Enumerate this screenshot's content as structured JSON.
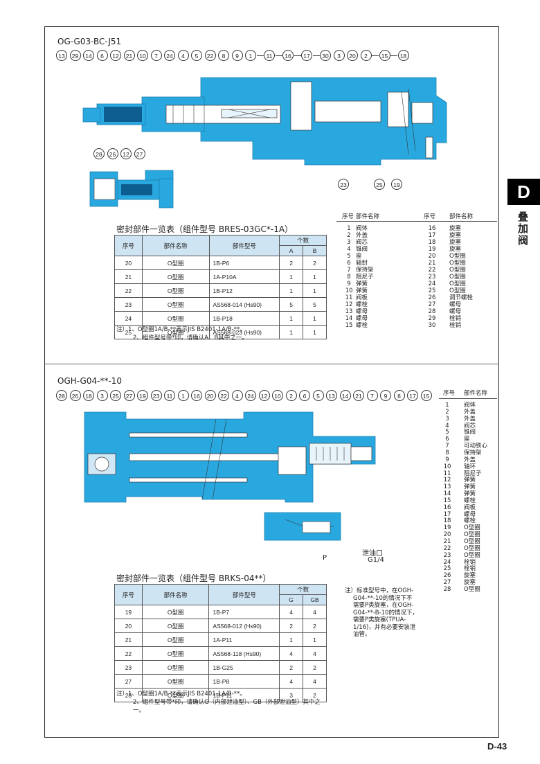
{
  "side_tab": {
    "letter": "D",
    "text": [
      "叠",
      "加",
      "阀"
    ]
  },
  "page_number": "D-43",
  "section1": {
    "title": "OG-G03-BC-J51",
    "top_callouts": [
      "13",
      "29",
      "14",
      "6",
      "12",
      "21",
      "10",
      "7",
      "24",
      "4",
      "5",
      "22",
      "8",
      "9",
      "1",
      "11",
      "16",
      "17",
      "30",
      "3",
      "20",
      "2",
      "15",
      "18"
    ],
    "bottom_callouts": [
      "23",
      "25",
      "19"
    ],
    "detail_callouts": [
      "28",
      "26",
      "12",
      "27"
    ],
    "parts_list": {
      "headers": [
        "序号",
        "部件名称",
        "序号",
        "部件名称"
      ],
      "left": [
        [
          "1",
          "阀体"
        ],
        [
          "2",
          "外盖"
        ],
        [
          "3",
          "阀芯"
        ],
        [
          "4",
          "锥阀"
        ],
        [
          "5",
          "座"
        ],
        [
          "6",
          "轴封"
        ],
        [
          "7",
          "保持架"
        ],
        [
          "8",
          "阻尼子"
        ],
        [
          "9",
          "弹簧"
        ],
        [
          "10",
          "弹簧"
        ],
        [
          "11",
          "阀板"
        ],
        [
          "12",
          "螺栓"
        ],
        [
          "13",
          "螺母"
        ],
        [
          "14",
          "螺母"
        ],
        [
          "15",
          "螺栓"
        ]
      ],
      "right": [
        [
          "16",
          "旋塞"
        ],
        [
          "17",
          "旋塞"
        ],
        [
          "18",
          "旋塞"
        ],
        [
          "19",
          "旋塞"
        ],
        [
          "20",
          "O型圈"
        ],
        [
          "21",
          "O型圈"
        ],
        [
          "22",
          "O型圈"
        ],
        [
          "23",
          "O型圈"
        ],
        [
          "24",
          "O型圈"
        ],
        [
          "25",
          "O型圈"
        ],
        [
          "26",
          "调节螺栓"
        ],
        [
          "27",
          "螺母"
        ],
        [
          "28",
          "螺母"
        ],
        [
          "29",
          "栓销"
        ],
        [
          "30",
          "栓销"
        ]
      ]
    },
    "seal_table": {
      "title": "密封部件一览表（组件型号 BRES-03GC*-1A）",
      "headers": {
        "no": "序号",
        "name": "部件名称",
        "model": "部件型号",
        "count": "个数",
        "a": "A",
        "b": "B"
      },
      "rows": [
        [
          "20",
          "O型圈",
          "1B-P6",
          "2",
          "2"
        ],
        [
          "21",
          "O型圈",
          "1A-P10A",
          "1",
          "1"
        ],
        [
          "22",
          "O型圈",
          "1B-P12",
          "1",
          "1"
        ],
        [
          "23",
          "O型圈",
          "AS568-014 (Hs90)",
          "5",
          "5"
        ],
        [
          "24",
          "O型圈",
          "1B-P18",
          "1",
          "1"
        ],
        [
          "25",
          "O型圈",
          "AS568-023 (Hs90)",
          "1",
          "1"
        ]
      ]
    },
    "notes": [
      "注）1、O型圈1A/B-**表示JIS B2401-1A/B-**。",
      "2、组件型号带*印，请确认A、B其中之一。"
    ]
  },
  "section2": {
    "title": "OGH-G04-**-10",
    "top_callouts": [
      "28",
      "26",
      "18",
      "3",
      "25",
      "27",
      "19",
      "23",
      "11",
      "1",
      "16",
      "20",
      "22",
      "4",
      "24",
      "12",
      "10",
      "2",
      "6",
      "5",
      "13",
      "14",
      "21",
      "7",
      "9",
      "8",
      "17",
      "15"
    ],
    "port_label": "P",
    "drain_label": "泄油口",
    "drain_size": "G1/4",
    "parts_list": {
      "headers": [
        "序号",
        "部件名称"
      ],
      "rows": [
        [
          "1",
          "阀体"
        ],
        [
          "2",
          "外盖"
        ],
        [
          "3",
          "外盖"
        ],
        [
          "4",
          "阀芯"
        ],
        [
          "5",
          "锥阀"
        ],
        [
          "6",
          "座"
        ],
        [
          "7",
          "可动铁心"
        ],
        [
          "8",
          "保持架"
        ],
        [
          "9",
          "外盖"
        ],
        [
          "10",
          "轴环"
        ],
        [
          "11",
          "阻尼子"
        ],
        [
          "12",
          "弹簧"
        ],
        [
          "13",
          "弹簧"
        ],
        [
          "14",
          "弹簧"
        ],
        [
          "15",
          "螺栓"
        ],
        [
          "16",
          "阀板"
        ],
        [
          "17",
          "螺母"
        ],
        [
          "18",
          "螺栓"
        ],
        [
          "19",
          "O型圈"
        ],
        [
          "20",
          "O型圈"
        ],
        [
          "21",
          "O型圈"
        ],
        [
          "22",
          "O型圈"
        ],
        [
          "23",
          "O型圈"
        ],
        [
          "24",
          "栓销"
        ],
        [
          "25",
          "栓销"
        ],
        [
          "26",
          "旋塞"
        ],
        [
          "27",
          "旋塞"
        ],
        [
          "28",
          "O型圈"
        ]
      ]
    },
    "remark": [
      "注）标准型号中，在OGH-",
      "G04-**-10的情况下不",
      "需要P类旋塞，在OGH-",
      "G04-**-B-10的情况下，",
      "需要P类旋塞(TPUA-",
      "1/16)，并有必要安装泄",
      "油管。"
    ],
    "seal_table": {
      "title": "密封部件一览表（组件型号 BRKS-04**）",
      "headers": {
        "no": "序号",
        "name": "部件名称",
        "model": "部件型号",
        "count": "个数",
        "a": "G",
        "b": "GB"
      },
      "rows": [
        [
          "19",
          "O型圈",
          "1B-P7",
          "4",
          "4"
        ],
        [
          "20",
          "O型圈",
          "AS568-012 (Hs90)",
          "2",
          "2"
        ],
        [
          "21",
          "O型圈",
          "1A-P11",
          "1",
          "1"
        ],
        [
          "22",
          "O型圈",
          "AS568-118 (Hs90)",
          "4",
          "4"
        ],
        [
          "23",
          "O型圈",
          "1B-G25",
          "2",
          "2"
        ],
        [
          "27",
          "O型圈",
          "1B-P8",
          "4",
          "4"
        ],
        [
          "28",
          "O型圈",
          "1B-P11",
          "3",
          "2"
        ]
      ]
    },
    "notes": [
      "注）1、O型圈1A/B-**表示JIS B2401-1A/B-**。",
      "2、组件型号带*印，请确认G（内部泄油型）、GB（外部泄油型）其中之",
      "一。"
    ]
  },
  "colors": {
    "valve_body": "#29a8e0",
    "table_header": "#cfe4f3"
  }
}
